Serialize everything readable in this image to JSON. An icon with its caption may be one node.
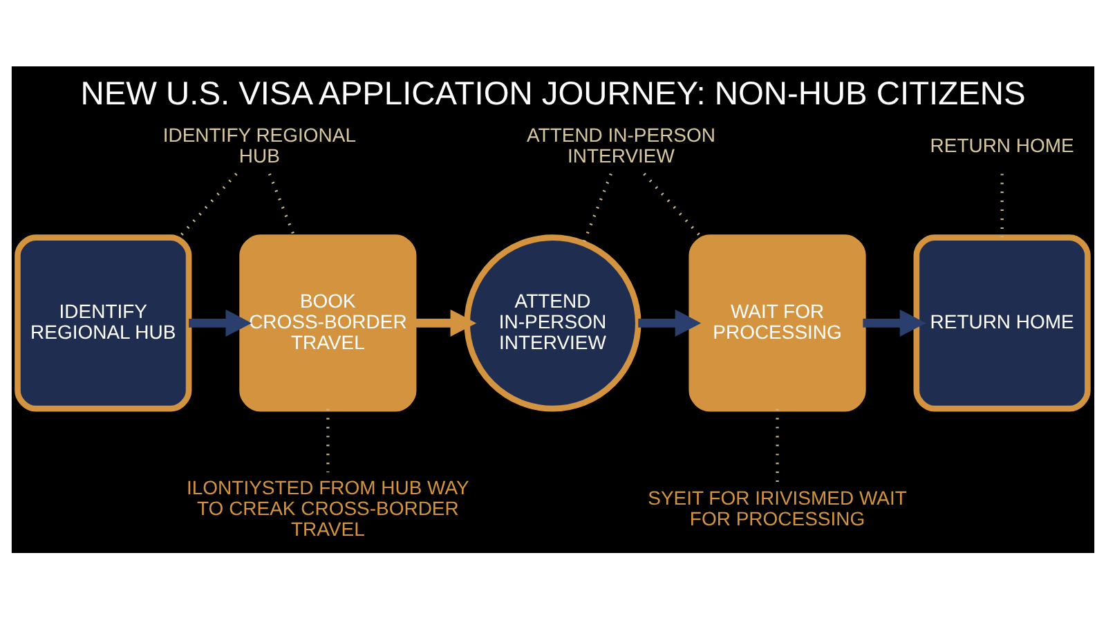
{
  "diagram": {
    "title": "NEW U.S. VISA APPLICATION JOURNEY: NON-HUB CITIZENS",
    "nodes": [
      {
        "text": [
          "IDENTIFY REGIONAL HUB"
        ]
      },
      {
        "text": [
          "BOOK CROSS-BORDER TRAVEL"
        ]
      },
      {
        "text": [
          "ATTEND IN-PERSON INTERVIEW"
        ]
      },
      {
        "text": [
          "WAIT FOR PROCESSING"
        ]
      },
      {
        "text": [
          "RETURN HOME"
        ]
      },
      {
        "text": [
          "IDENTIFY REGIONAL HUB"
        ]
      },
      {
        "text": [
          "ATTEND IN-PERSON INTERVIEW"
        ]
      },
      {
        "text": [
          "RETURN HOME"
        ]
      },
      {
        "text": [
          "ILONTIYSTED FROM HUB WAY TO CREAK CROSS-BORDER TRAVEL"
        ]
      },
      {
        "text": [
          "SYEIT FOR IRIVISMED WAIT FOR PROCESSING"
        ]
      }
    ],
    "edges": [
      {
        "from": 0,
        "to": 1,
        "arrow": "to",
        "style": "thick",
        "color": "#2a3f6e"
      },
      {
        "from": 1,
        "to": 2,
        "arrow": "to",
        "style": "thick",
        "color": "#d4943f"
      },
      {
        "from": 2,
        "to": 3,
        "arrow": "to",
        "style": "thick",
        "color": "#2a3f6e"
      },
      {
        "from": 3,
        "to": 4,
        "arrow": "to",
        "style": "thick",
        "color": "#2a3f6e"
      },
      {
        "from": 5,
        "to": 0,
        "arrow": "none",
        "style": "dashed"
      },
      {
        "from": 5,
        "to": 1,
        "arrow": "none",
        "style": "dashed"
      },
      {
        "from": 6,
        "to": 2,
        "arrow": "none",
        "style": "dashed"
      },
      {
        "from": 6,
        "to": 3,
        "arrow": "none",
        "style": "dashed"
      },
      {
        "from": 7,
        "to": 4,
        "arrow": "none",
        "style": "dashed"
      },
      {
        "from": 1,
        "to": 8,
        "arrow": "none",
        "style": "dashed"
      },
      {
        "from": 3,
        "to": 9,
        "arrow": "none",
        "style": "dashed"
      }
    ]
  }
}
